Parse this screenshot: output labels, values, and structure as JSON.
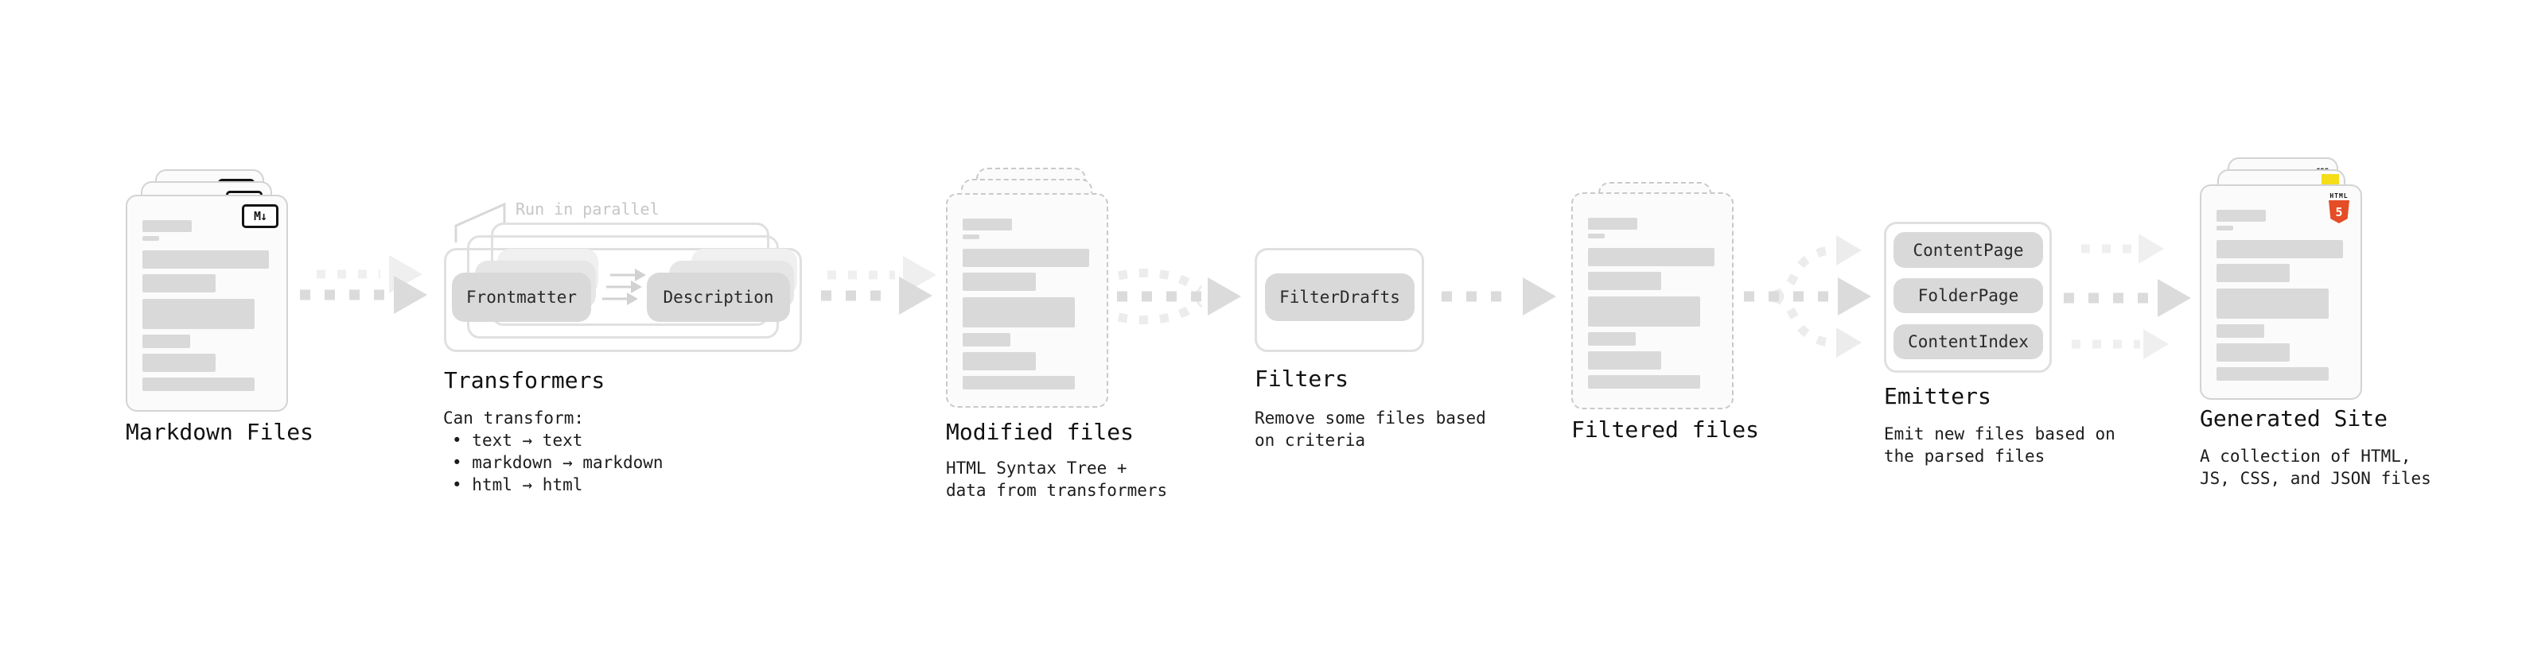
{
  "stages": {
    "markdown": {
      "label": "Markdown Files"
    },
    "transformers": {
      "label": "Transformers",
      "annotation": "Run in parallel",
      "pill_left": "Frontmatter",
      "pill_right": "Description",
      "desc_title": "Can transform:",
      "bullets": [
        "text → text",
        "markdown → markdown",
        "html → html"
      ]
    },
    "modified": {
      "label": "Modified files",
      "desc": [
        "HTML Syntax Tree +",
        "data from transformers"
      ]
    },
    "filters": {
      "label": "Filters",
      "pill": "FilterDrafts",
      "desc": [
        "Remove some files based",
        "on criteria"
      ]
    },
    "filtered": {
      "label": "Filtered files"
    },
    "emitters": {
      "label": "Emitters",
      "pills": [
        "ContentPage",
        "FolderPage",
        "ContentIndex"
      ],
      "desc": [
        "Emit new files based on",
        "the parsed files"
      ]
    },
    "generated": {
      "label": "Generated Site",
      "desc": [
        "A collection of HTML,",
        "JS, CSS, and JSON files"
      ]
    }
  },
  "badges": {
    "markdown": "M↓",
    "html5_label": "HTML",
    "html5_number": "5",
    "css": "CSS"
  },
  "colors": {
    "html5_orange": "#e44d26",
    "js_yellow": "#f5de19",
    "css_blue": "#2b6af3",
    "pill_gray": "#d9d9d9",
    "arrow_gray": "#dbdbdb"
  }
}
